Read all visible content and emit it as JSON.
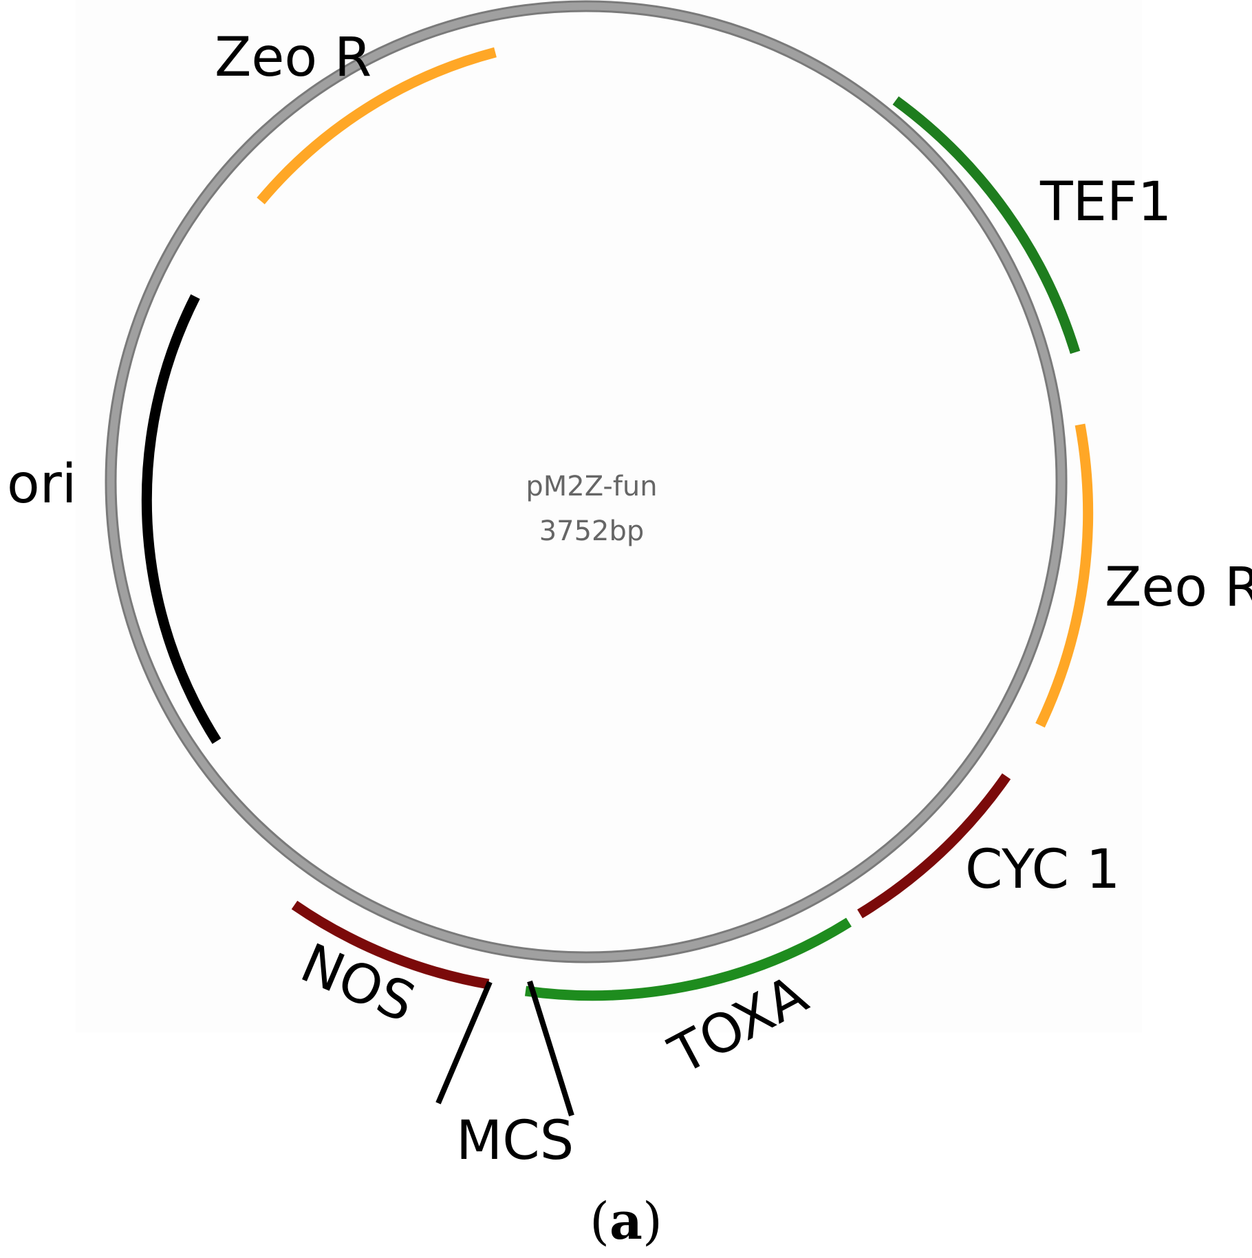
{
  "plasmid": {
    "name": "pM2Z-fun",
    "size": "3752bp"
  },
  "caption": {
    "open": "(",
    "letter": "a",
    "close": ")"
  },
  "colors": {
    "backbone": "#9b9b9b",
    "zeo_r": "#ffa726",
    "tef1": "#1e7d1e",
    "toxa": "#1e8c1e",
    "cyc1": "#7b0a0a",
    "nos": "#7b0a0a",
    "ori": "#000000",
    "mcs": "#000000"
  },
  "features": [
    {
      "id": "zeo-r-top",
      "label": "Zeo R",
      "color": "zeo_r",
      "icon": "arc"
    },
    {
      "id": "tef1",
      "label": "TEF1",
      "color": "tef1",
      "icon": "arc"
    },
    {
      "id": "zeo-r-right",
      "label": "Zeo R",
      "color": "zeo_r",
      "icon": "arc"
    },
    {
      "id": "cyc1",
      "label": "CYC 1",
      "color": "cyc1",
      "icon": "arc"
    },
    {
      "id": "toxa",
      "label": "TOXA",
      "color": "toxa",
      "icon": "arc"
    },
    {
      "id": "mcs",
      "label": "MCS",
      "color": "mcs",
      "icon": "tick-lines"
    },
    {
      "id": "nos",
      "label": "NOS",
      "color": "nos",
      "icon": "arc"
    },
    {
      "id": "ori",
      "label": "ori",
      "color": "ori",
      "icon": "arc"
    }
  ]
}
